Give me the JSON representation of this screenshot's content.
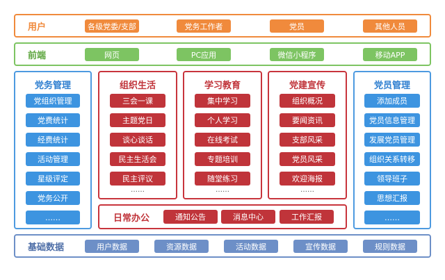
{
  "rows": {
    "users": {
      "label": "用户",
      "items": [
        "各级党委/支部",
        "党务工作者",
        "党员",
        "其他人员"
      ]
    },
    "frontend": {
      "label": "前端",
      "items": [
        "网页",
        "PC应用",
        "微信小程序",
        "移动APP"
      ]
    },
    "base": {
      "label": "基础数据",
      "items": [
        "用户数据",
        "资源数据",
        "活动数据",
        "宣传数据",
        "规则数据"
      ]
    }
  },
  "panels": {
    "party_affairs": {
      "title": "党务管理",
      "items": [
        "党组织管理",
        "党费统计",
        "经费统计",
        "活动管理",
        "星级评定",
        "党务公开",
        "……"
      ]
    },
    "org_life": {
      "title": "组织生活",
      "items": [
        "三会一课",
        "主题党日",
        "谈心谈话",
        "民主生活会",
        "民主评议"
      ],
      "more": "……"
    },
    "study": {
      "title": "学习教育",
      "items": [
        "集中学习",
        "个人学习",
        "在线考试",
        "专题培训",
        "随堂练习"
      ],
      "more": "……"
    },
    "publicity": {
      "title": "党建宣传",
      "items": [
        "组织概况",
        "要闻资讯",
        "支部风采",
        "党员风采",
        "欢迎海报"
      ],
      "more": "……"
    },
    "members": {
      "title": "党员管理",
      "items": [
        "添加成员",
        "党员信息管理",
        "发展党员管理",
        "组织关系转移",
        "领导班子",
        "思想汇报",
        "……"
      ]
    }
  },
  "office": {
    "title": "日常办公",
    "items": [
      "通知公告",
      "消息中心",
      "工作汇报"
    ]
  },
  "colors": {
    "users": "#f08a3c",
    "frontend": "#7dc462",
    "side_panels": "#3d94e0",
    "center_panels": "#c0343a",
    "base": "#6d8fc7"
  }
}
